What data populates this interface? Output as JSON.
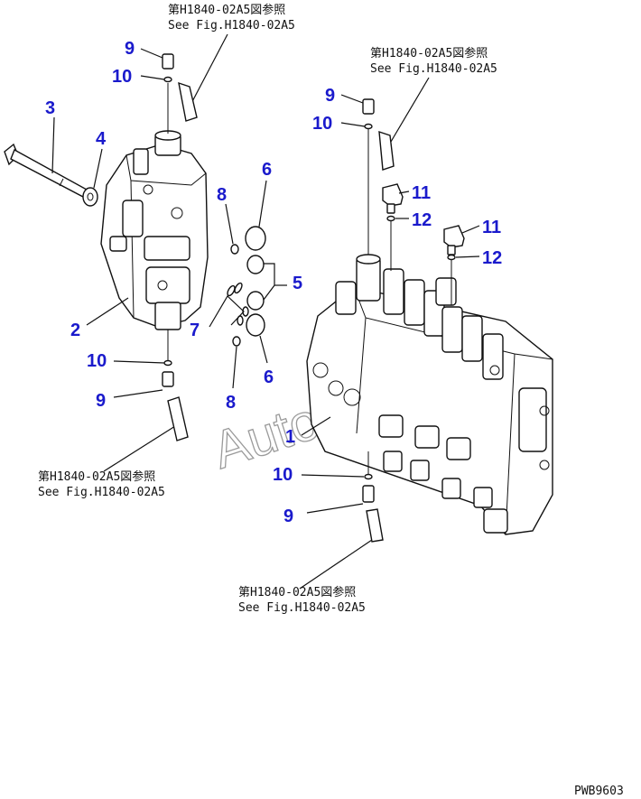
{
  "callout_color": "#1a1acc",
  "references": [
    {
      "jp": "第H1840-02A5図参照",
      "en": "See Fig.H1840-02A5"
    },
    {
      "jp": "第H1840-02A5図参照",
      "en": "See Fig.H1840-02A5"
    },
    {
      "jp": "第H1840-02A5図参照",
      "en": "See Fig.H1840-02A5"
    },
    {
      "jp": "第H1840-02A5図参照",
      "en": "See Fig.H1840-02A5"
    }
  ],
  "callouts": {
    "c9a": "9",
    "c10a": "10",
    "c3": "3",
    "c4": "4",
    "c2": "2",
    "c10b": "10",
    "c9b": "9",
    "c8a": "8",
    "c6a": "6",
    "c5": "5",
    "c7": "7",
    "c6b": "6",
    "c8b": "8",
    "c9c": "9",
    "c10c": "10",
    "c11a": "11",
    "c12a": "12",
    "c11b": "11",
    "c12b": "12",
    "c1": "1",
    "c10d": "10",
    "c9d": "9"
  },
  "watermark": "AutoSoft",
  "drawing_code": "PWB9603"
}
